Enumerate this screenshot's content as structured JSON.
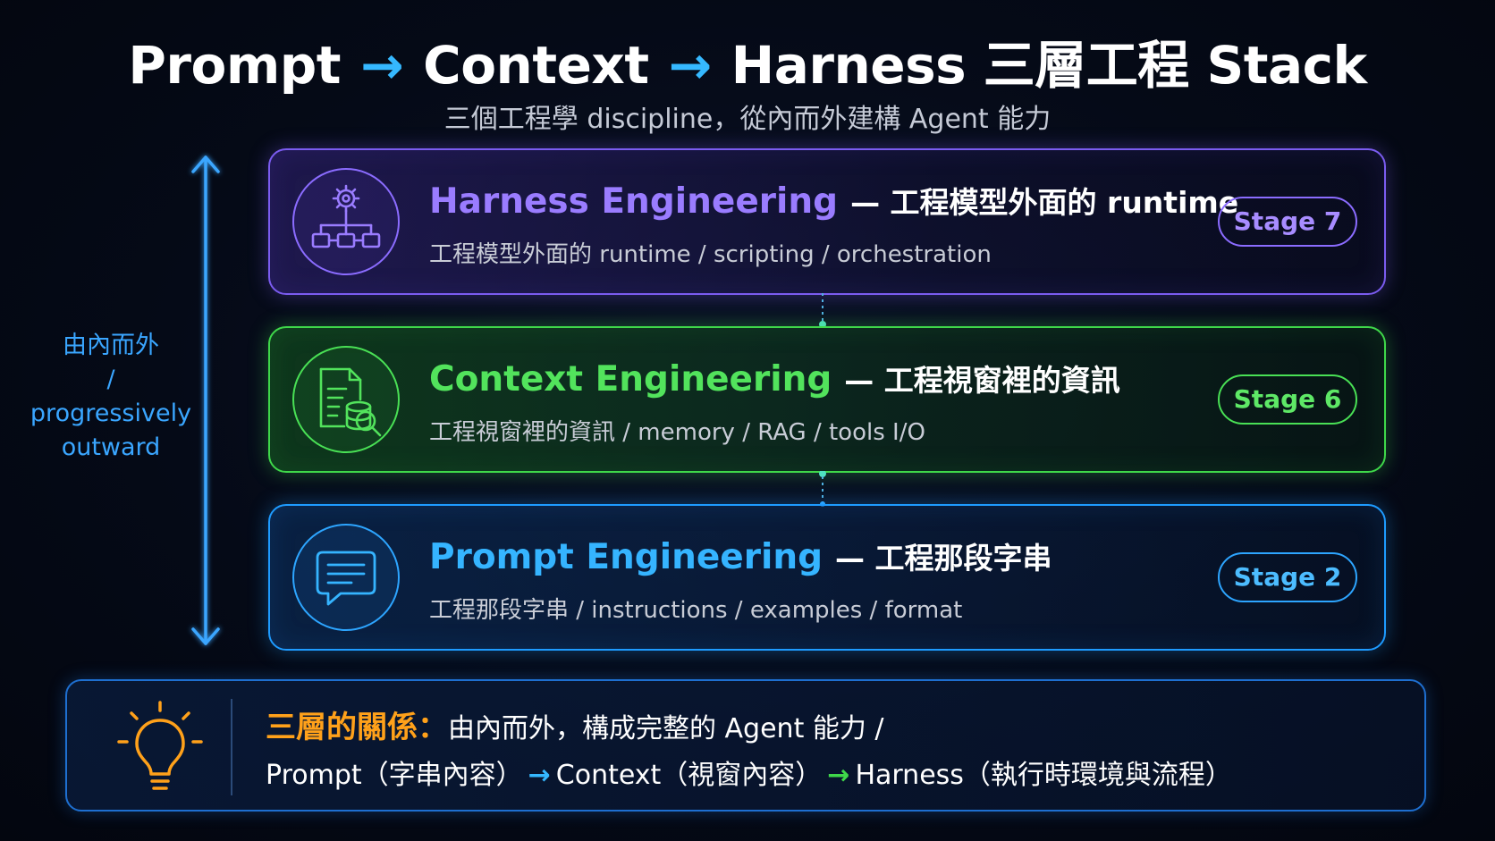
{
  "title": {
    "word1": "Prompt",
    "word2": "Context",
    "word3": "Harness 三層工程 Stack",
    "arrow": "→"
  },
  "subtitle": "三個工程學 discipline，從內而外建構 Agent 能力",
  "side_label": {
    "line1": "由內而外",
    "line2": "/",
    "line3": "progressively",
    "line4": "outward"
  },
  "layers": {
    "harness": {
      "name": "Harness Engineering",
      "desc": "— 工程模型外面的 runtime",
      "sub": "工程模型外面的 runtime / scripting / orchestration",
      "stage": "Stage 7",
      "icon": "gear-network-icon",
      "color": "#7b5cf0"
    },
    "context": {
      "name": "Context Engineering",
      "desc": "— 工程視窗裡的資訊",
      "sub": "工程視窗裡的資訊 / memory / RAG / tools I/O",
      "stage": "Stage 6",
      "icon": "document-database-search-icon",
      "color": "#3fd84a"
    },
    "prompt": {
      "name": "Prompt Engineering",
      "desc": "— 工程那段字串",
      "sub": "工程那段字串 / instructions / examples / format",
      "stage": "Stage 2",
      "icon": "chat-bubble-icon",
      "color": "#1e9bff"
    }
  },
  "bottom": {
    "icon": "lightbulb-icon",
    "highlight": "三層的關係：",
    "line1_rest": "由內而外，構成完整的 Agent 能力 /",
    "seg1": "Prompt（字串內容）",
    "seg2": "Context（視窗內容）",
    "seg3": "Harness（執行時環境與流程）",
    "arrow": "→"
  }
}
